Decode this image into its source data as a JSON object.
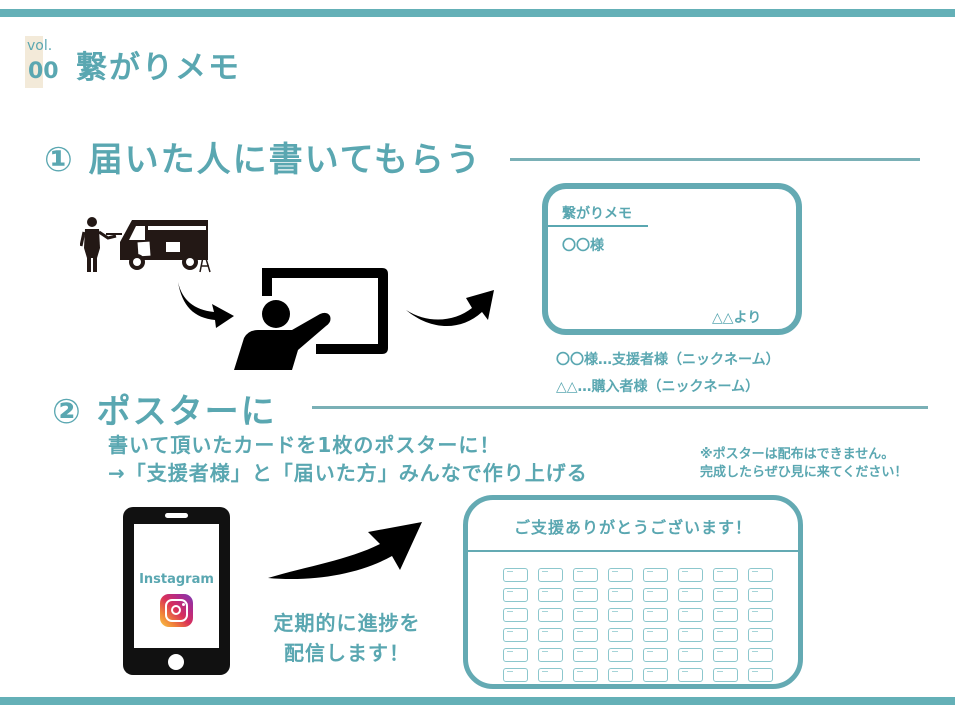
{
  "header": {
    "vol_label": "vol.",
    "vol_number": "00",
    "title": "繋がりメモ"
  },
  "section1": {
    "title": "① 届いた人に書いてもらう",
    "icons": [
      "waiter-food-truck-icon",
      "teacher-whiteboard-icon",
      "curved-arrow-icon"
    ],
    "card": {
      "title": "繋がりメモ",
      "to": "〇〇様",
      "from": "△△より"
    },
    "legend": [
      "〇〇様…支援者様（ニックネーム）",
      "△△…購入者様（ニックネーム）"
    ]
  },
  "section2": {
    "title": "② ポスターに",
    "description": [
      "書いて頂いたカードを1枚のポスターに！",
      "→「支援者様」と「届いた方」みんなで作り上げる"
    ],
    "note": [
      "※ポスターは配布はできません。",
      "完成したらぜひ見に来てください！"
    ],
    "phone": {
      "app_label": "Instagram",
      "icon": "instagram-icon"
    },
    "progress_text": [
      "定期的に進捗を",
      "配信します！"
    ],
    "poster": {
      "title": "ご支援ありがとうございます！",
      "grid_rows": 6,
      "grid_cols": 8
    }
  },
  "colors": {
    "accent": "#5aa7b1",
    "bar": "#64b0b7",
    "vol_bg": "#f3ead9",
    "icon": "#111111"
  }
}
